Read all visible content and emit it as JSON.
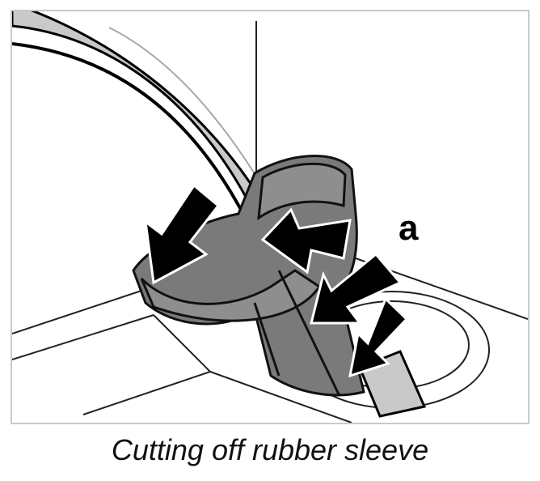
{
  "figure": {
    "label": "a",
    "caption": "Cutting off rubber sleeve"
  },
  "colors": {
    "hose_light": "#c9c9c9",
    "sleeve_dark": "#7a7a7a",
    "sleeve_mid": "#8e8e8e",
    "arrow": "#000000",
    "frame": "#c9c9c9"
  },
  "icons": [
    "arrow-left-down",
    "arrow-left",
    "arrow-left-down",
    "arrow-down-left"
  ]
}
